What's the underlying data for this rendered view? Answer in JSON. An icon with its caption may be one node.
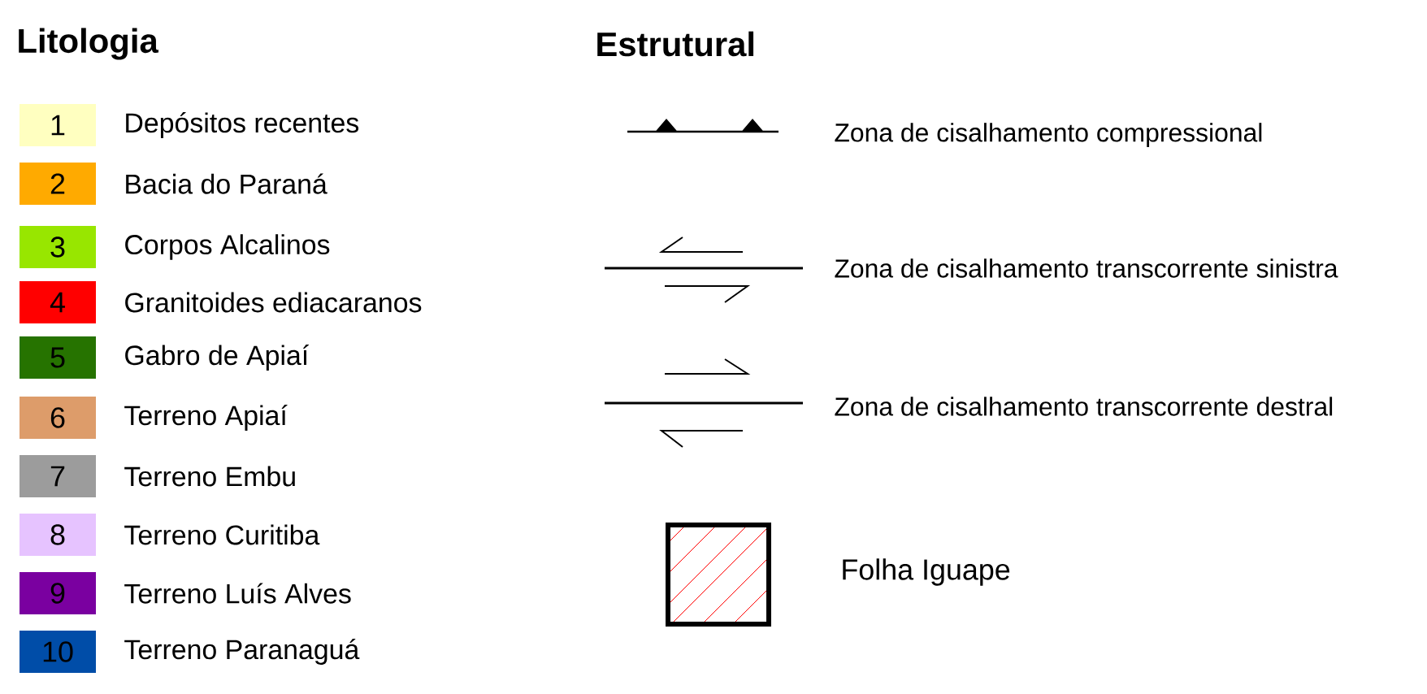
{
  "diagram": {
    "labels": [
      "Litologia",
      "Estrutural",
      "1",
      "2",
      "3",
      "4",
      "5",
      "6",
      "7",
      "8",
      "9",
      "10"
    ],
    "legend": [
      {
        "text": "Depósitos recentes",
        "color": "#ffffc0"
      },
      {
        "text": "Bacia do Paraná",
        "color": "#ffaa00"
      },
      {
        "text": "Corpos Alcalinos",
        "color": "#98e600"
      },
      {
        "text": "Granitoides ediacaranos",
        "color": "#ff0000"
      },
      {
        "text": "Gabro de Apiaí",
        "color": "#267300"
      },
      {
        "text": "Terreno Apiaí",
        "color": "#dd9c6a"
      },
      {
        "text": "Terreno Embu",
        "color": "#9c9c9c"
      },
      {
        "text": "Terreno Curitiba",
        "color": "#e6c3ff"
      },
      {
        "text": "Terreno Luís Alves",
        "color": "#7a00a0"
      },
      {
        "text": "Terreno Paranaguá",
        "color": "#004da8"
      },
      {
        "text": "Zona de cisalhamento compressional"
      },
      {
        "text": "Zona de cisalhamento transcorrente sinistra"
      },
      {
        "text": "Zona de cisalhamento transcorrente destral"
      },
      {
        "text": "Folha Iguape"
      }
    ]
  }
}
